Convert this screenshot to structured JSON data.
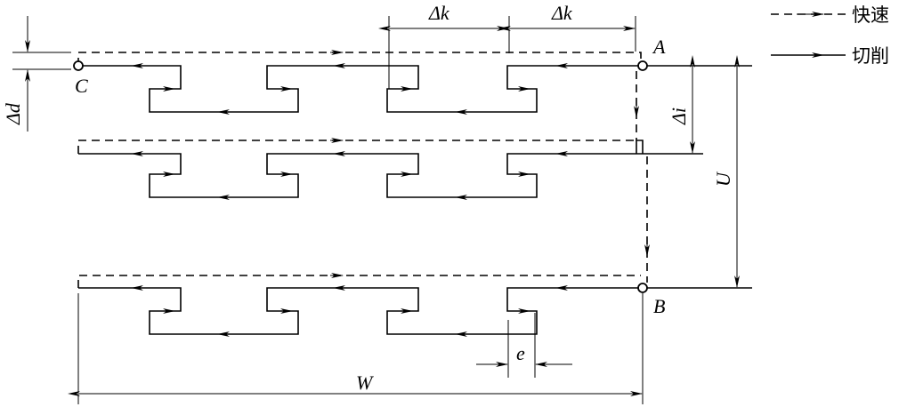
{
  "legend": {
    "rapid_label": "快速",
    "cut_label": "切削"
  },
  "points": {
    "a": "A",
    "b": "B",
    "c": "C"
  },
  "dimensions": {
    "delta_k": "Δk",
    "delta_d": "Δd",
    "delta_i": "Δi",
    "u": "U",
    "w": "W",
    "e": "e"
  },
  "colors": {
    "line": "#000000",
    "background": "#ffffff"
  }
}
